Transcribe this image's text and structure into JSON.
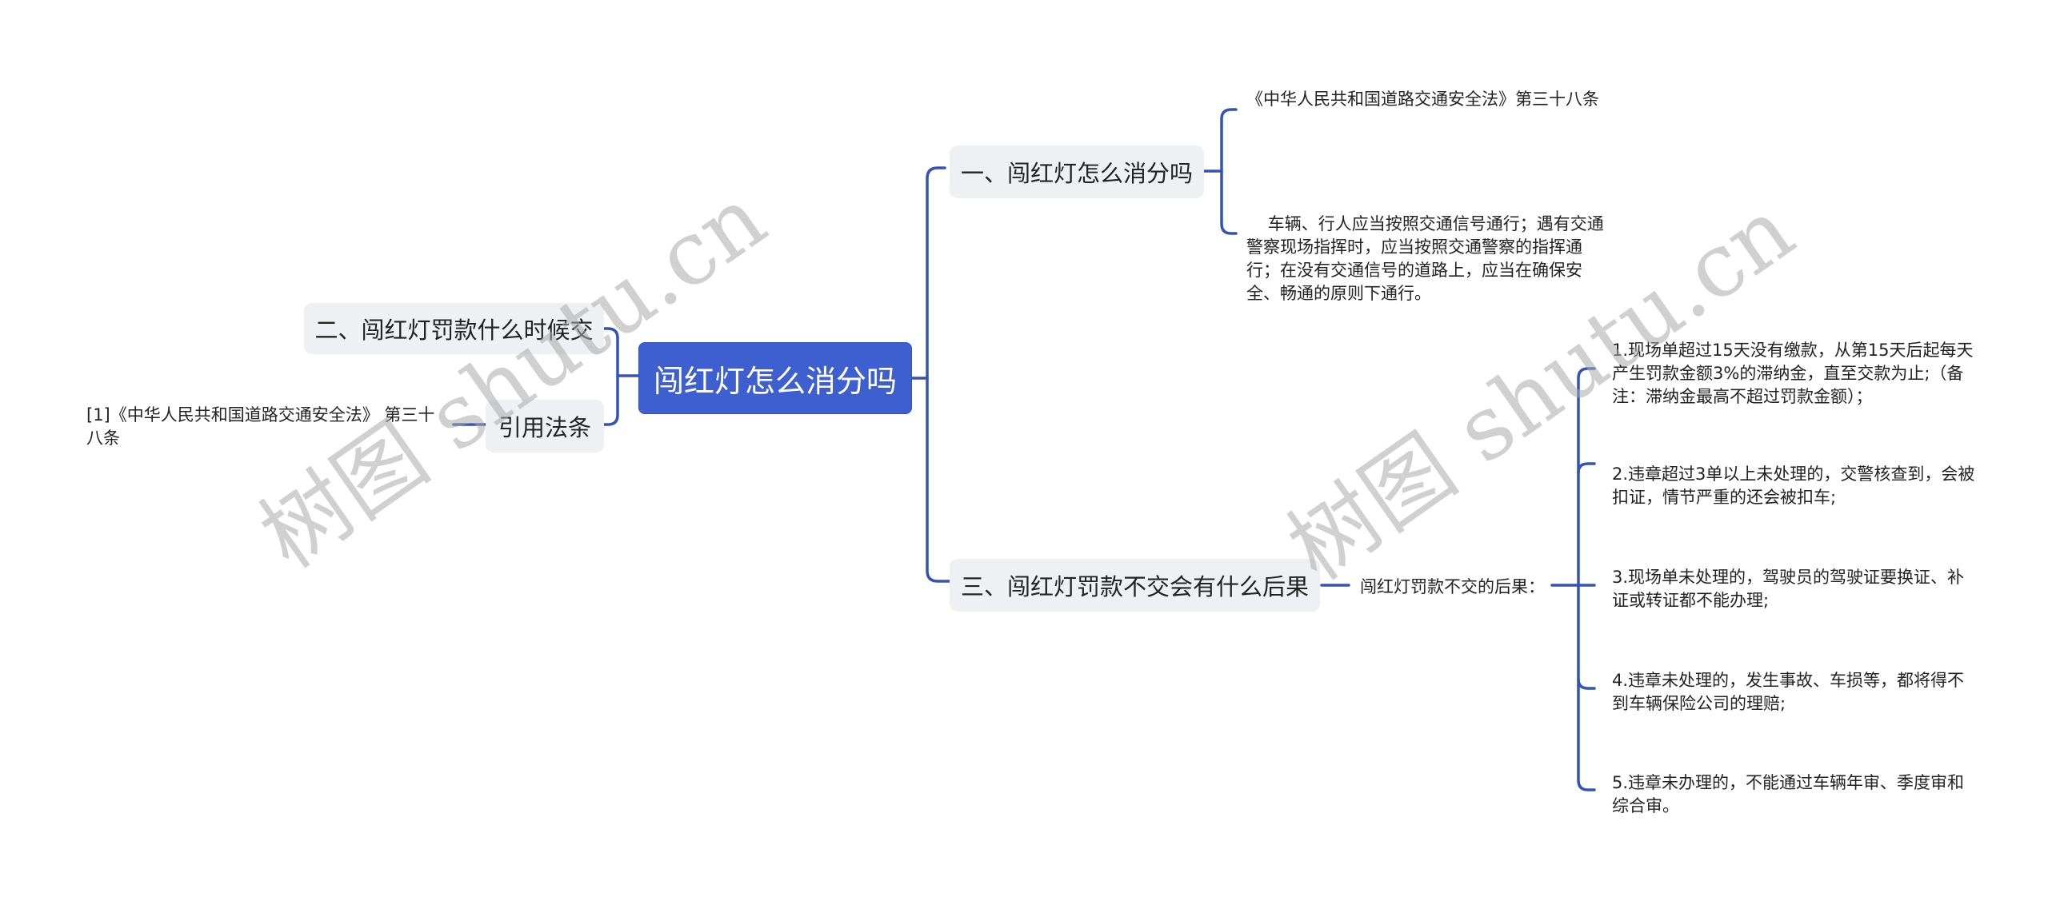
{
  "root": {
    "label": "闯红灯怎么消分吗"
  },
  "right_topics": [
    {
      "label": "一、闯红灯怎么消分吗",
      "children": [
        "《中华人民共和国道路交通安全法》第三十八条",
        "  车辆、行人应当按照交通信号通行；遇有交通警察现场指挥时，应当按照交通警察的指挥通行；在没有交通信号的道路上，应当在确保安全、畅通的原则下通行。"
      ]
    },
    {
      "label": "三、闯红灯罚款不交会有什么后果",
      "sublabel": "闯红灯罚款不交的后果：",
      "children": [
        "1.现场单超过15天没有缴款，从第15天后起每天产生罚款金额3%的滞纳金，直至交款为止;（备注：滞纳金最高不超过罚款金额）；",
        "2.违章超过3单以上未处理的，交警核查到，会被扣证，情节严重的还会被扣车;",
        "3.现场单未处理的，驾驶员的驾驶证要换证、补证或转证都不能办理;",
        "4.违章未处理的，发生事故、车损等，都将得不到车辆保险公司的理赔;",
        "5.违章未办理的，不能通过车辆年审、季度审和综合审。"
      ]
    }
  ],
  "left_topics": [
    {
      "label": "二、闯红灯罚款什么时候交"
    },
    {
      "label": "引用法条",
      "children": [
        "[1]《中华人民共和国道路交通安全法》 第三十八条"
      ]
    }
  ],
  "watermarks": [
    "树图 shutu.cn",
    "树图 shutu.cn"
  ],
  "colors": {
    "accent": "#3d5fcf",
    "line": "#3453b5",
    "topic_bg": "#eef0f3"
  }
}
